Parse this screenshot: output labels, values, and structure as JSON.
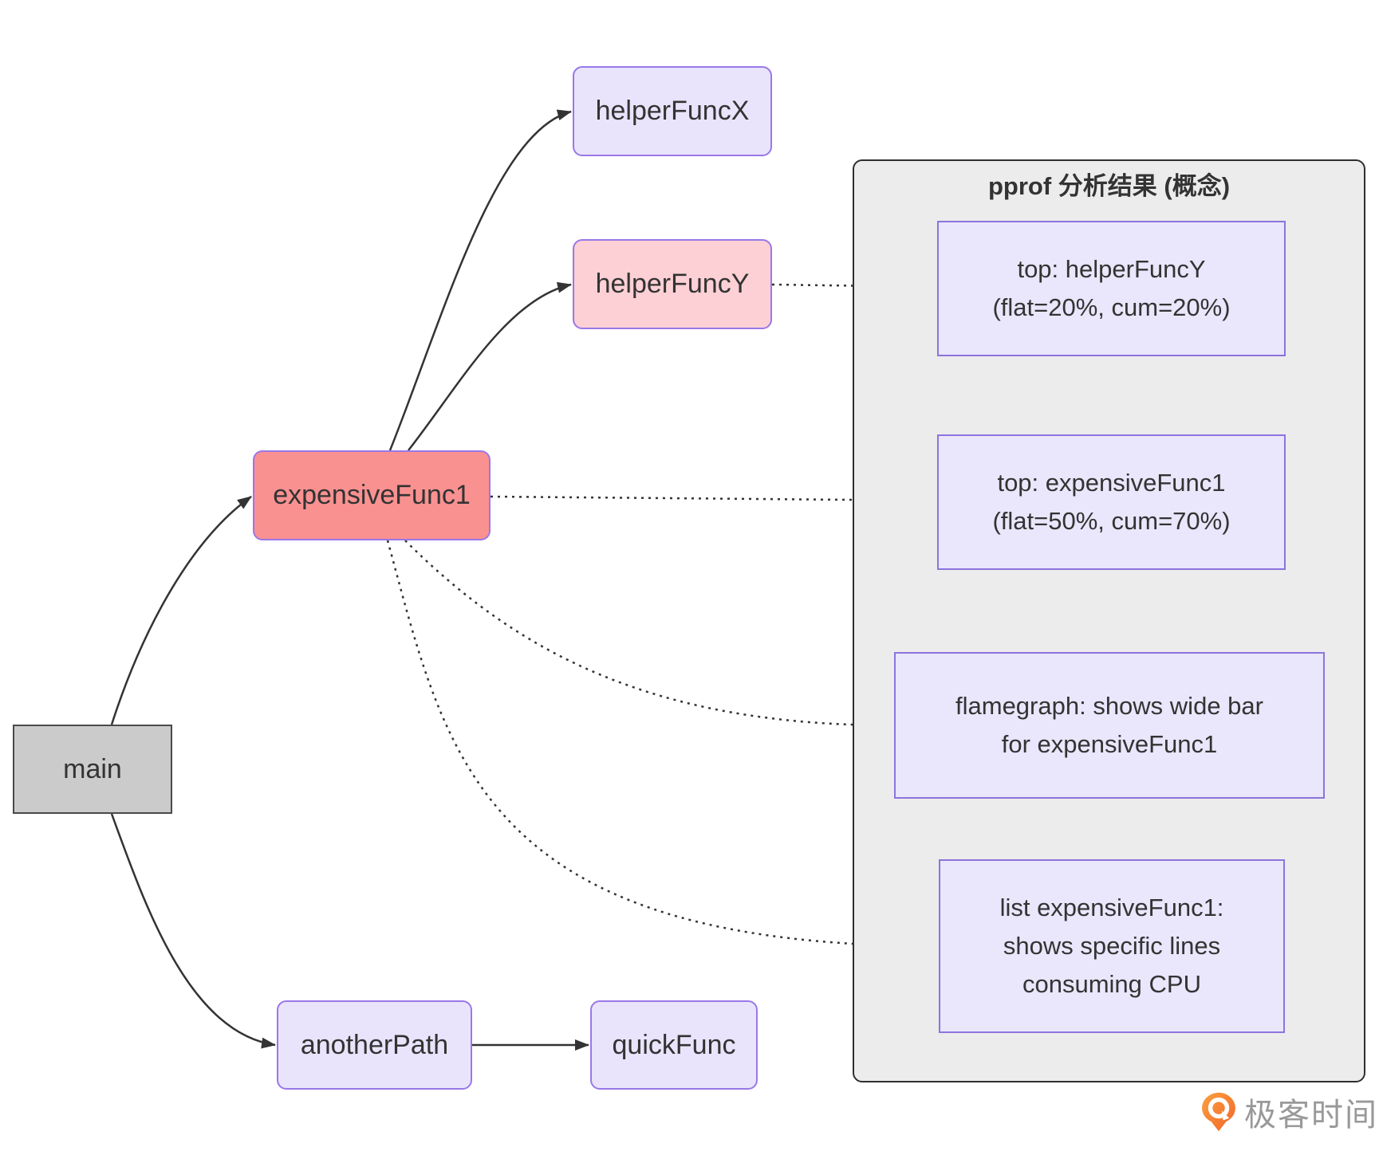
{
  "nodes": {
    "main": {
      "label": "main"
    },
    "expensiveFunc1": {
      "label": "expensiveFunc1"
    },
    "helperFuncX": {
      "label": "helperFuncX"
    },
    "helperFuncY": {
      "label": "helperFuncY"
    },
    "anotherPath": {
      "label": "anotherPath"
    },
    "quickFunc": {
      "label": "quickFunc"
    }
  },
  "panel": {
    "title": "pprof 分析结果 (概念)",
    "boxes": [
      {
        "id": "top-helperfuncy",
        "lines": [
          "top: helperFuncY",
          "(flat=20%, cum=20%)"
        ]
      },
      {
        "id": "top-expensivefunc1",
        "lines": [
          "top: expensiveFunc1",
          "(flat=50%, cum=70%)"
        ]
      },
      {
        "id": "flamegraph",
        "lines": [
          "flamegraph: shows wide bar",
          "for expensiveFunc1"
        ]
      },
      {
        "id": "list",
        "lines": [
          "list expensiveFunc1:",
          "shows specific lines",
          "consuming CPU"
        ]
      }
    ]
  },
  "edges": [
    {
      "id": "main-expensiveFunc1",
      "from": "main",
      "to": "expensiveFunc1",
      "style": "solid"
    },
    {
      "id": "main-anotherPath",
      "from": "main",
      "to": "anotherPath",
      "style": "solid"
    },
    {
      "id": "expensiveFunc1-helperFuncX",
      "from": "expensiveFunc1",
      "to": "helperFuncX",
      "style": "solid"
    },
    {
      "id": "expensiveFunc1-helperFuncY",
      "from": "expensiveFunc1",
      "to": "helperFuncY",
      "style": "solid"
    },
    {
      "id": "anotherPath-quickFunc",
      "from": "anotherPath",
      "to": "quickFunc",
      "style": "solid"
    },
    {
      "id": "helperFuncY-top-helperfuncy",
      "from": "helperFuncY",
      "to": "top-helperfuncy",
      "style": "dotted"
    },
    {
      "id": "expensiveFunc1-top-expensivefunc1",
      "from": "expensiveFunc1",
      "to": "top-expensivefunc1",
      "style": "dotted"
    },
    {
      "id": "expensiveFunc1-flamegraph",
      "from": "expensiveFunc1",
      "to": "flamegraph",
      "style": "dotted"
    },
    {
      "id": "expensiveFunc1-list",
      "from": "expensiveFunc1",
      "to": "list",
      "style": "dotted"
    }
  ],
  "logo": {
    "text": "极客时间"
  },
  "colors": {
    "node_salmon": "#fa9191",
    "node_pink": "#fcd0d5",
    "node_lavender": "#e9e4fb",
    "node_gray": "#cbcbcb",
    "node_border_purple": "#9a77e8",
    "panel_background": "#ececec",
    "panel_border": "#2f2f2f",
    "result_box_fill": "#eae6fb",
    "result_box_border": "#8c74dd",
    "edge_color": "#333333",
    "logo_orange": "#f4732c",
    "logo_text_gray": "#999999"
  }
}
